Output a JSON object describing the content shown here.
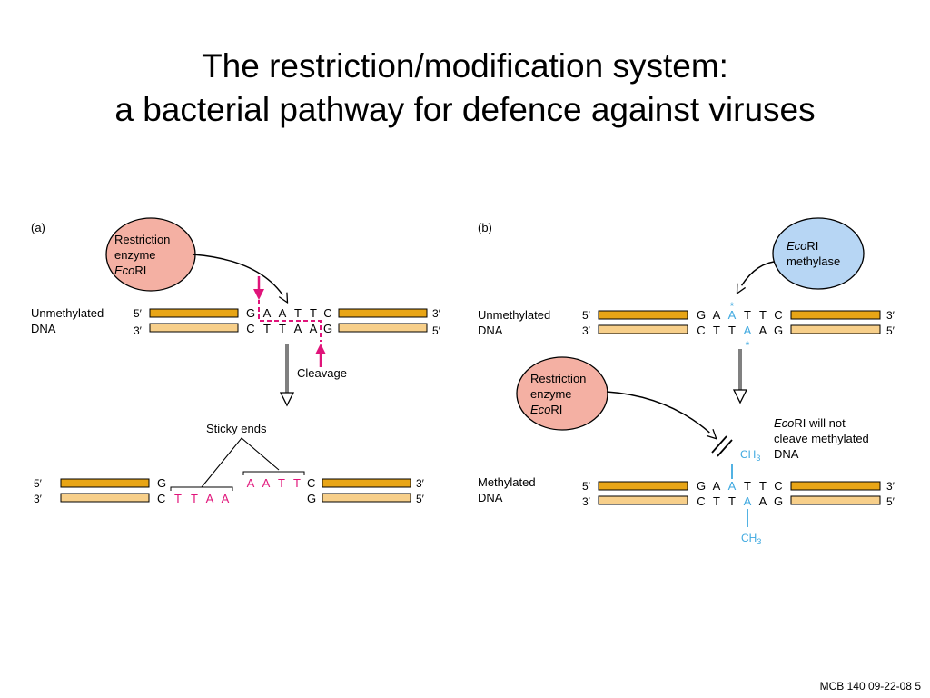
{
  "slide": {
    "title_line1": "The restriction/modification system:",
    "title_line2": "a bacterial pathway for defence against viruses",
    "footer": "MCB 140 09-22-08  5"
  },
  "colors": {
    "dna_top": "#e8a516",
    "dna_bottom": "#f7cf8a",
    "restriction_bubble": "#f4b0a3",
    "methylase_bubble": "#b7d6f4",
    "cleavage": "#e0147a",
    "methyl": "#3fa9e0"
  },
  "panel_a": {
    "label": "(a)",
    "enzyme_l1": "Restriction",
    "enzyme_l2": "enzyme",
    "enzyme_italic": "Eco",
    "enzyme_tail": "RI",
    "dna_l1": "Unmethylated",
    "dna_l2": "DNA",
    "five": "5′",
    "three": "3′",
    "top_seq": [
      "G",
      "A",
      "A",
      "T",
      "T",
      "C"
    ],
    "bottom_seq": [
      "C",
      "T",
      "T",
      "A",
      "A",
      "G"
    ],
    "cleavage": "Cleavage",
    "sticky_ends": "Sticky ends",
    "frag_g": "G",
    "frag_c": "C",
    "frag_cttaa": [
      "T",
      "T",
      "A",
      "A"
    ],
    "frag_aatt": [
      "A",
      "A",
      "T",
      "T"
    ],
    "frag_c2": "C",
    "frag_g2": "G"
  },
  "panel_b": {
    "label": "(b)",
    "methylase_italic": "Eco",
    "methylase_tail": "RI",
    "methylase_l2": "methylase",
    "dna_l1": "Unmethylated",
    "dna_l2": "DNA",
    "methylated_l1": "Methylated",
    "methylated_l2": "DNA",
    "five": "5′",
    "three": "3′",
    "top_seq": [
      "G",
      "A",
      "A",
      "T",
      "T",
      "C"
    ],
    "bottom_seq": [
      "C",
      "T",
      "T",
      "A",
      "A",
      "G"
    ],
    "star": "*",
    "enzyme_l1": "Restriction",
    "enzyme_l2": "enzyme",
    "enzyme_italic": "Eco",
    "enzyme_tail": "RI",
    "note_italic": "Eco",
    "note_l1_tail": "RI will not",
    "note_l2": "cleave methylated",
    "note_l3": "DNA",
    "ch3_main": "CH",
    "ch3_sub": "3"
  }
}
